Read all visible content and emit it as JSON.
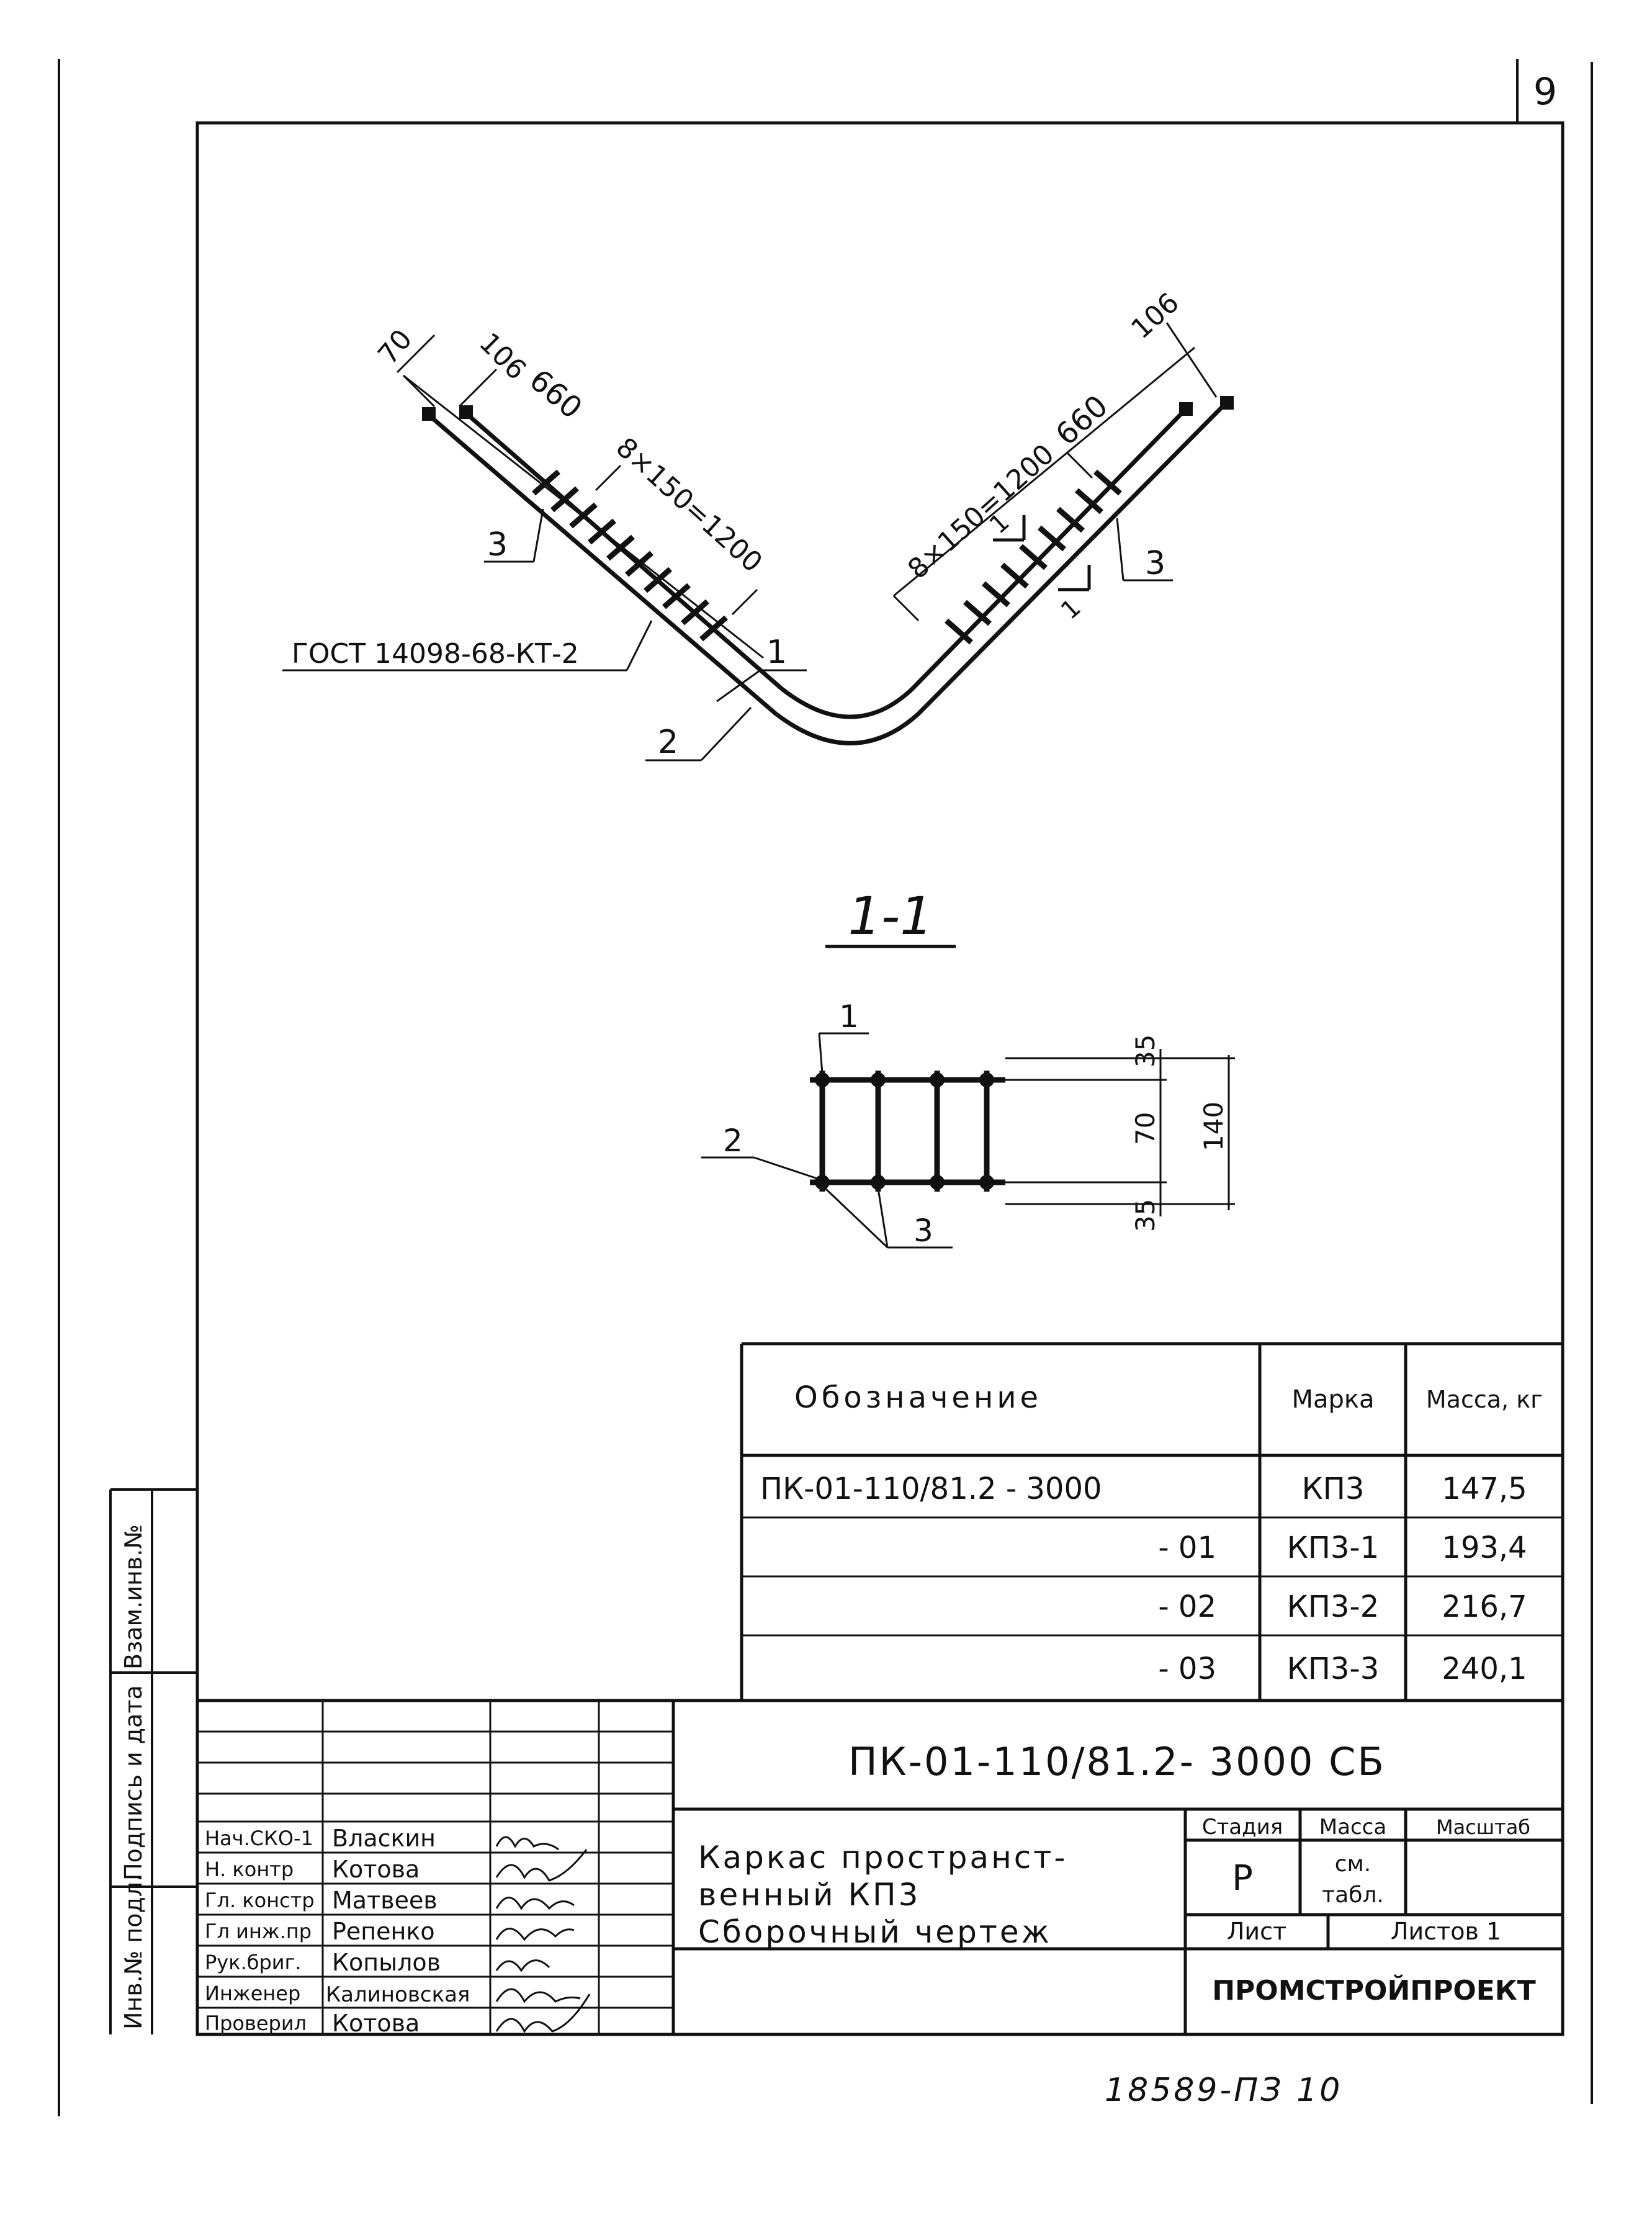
{
  "sheet_number": "9",
  "left_strip": {
    "vzam_inv": "Взам.инв.№",
    "podpis_data": "Подпись и дата",
    "inv_podl": "Инв.№ подл."
  },
  "drawing": {
    "dims": {
      "left_70": "70",
      "left_106": "106",
      "left_660": "660",
      "left_rows": "8×150=1200",
      "right_106": "106",
      "right_660": "660",
      "right_rows": "8×150=1200"
    },
    "gost_label": "ГОСТ 14098-68-КТ-2",
    "callouts": {
      "c1": "1",
      "c2": "2",
      "c3_left": "3",
      "c3_right": "3"
    },
    "section_marks": [
      "1",
      "1"
    ]
  },
  "section": {
    "title": "1-1",
    "callout_1": "1",
    "callout_2": "2",
    "callout_3": "3",
    "dim_35_top": "35",
    "dim_70": "70",
    "dim_35_bottom": "35",
    "dim_140": "140"
  },
  "spec_table": {
    "headers": [
      "Обозначение",
      "Марка",
      "Масса, кг"
    ],
    "rows": [
      {
        "designation": "ПК-01-110/81.2 - 3000",
        "mark": "КП3",
        "mass": "147,5"
      },
      {
        "designation": "- 01",
        "mark": "КП3-1",
        "mass": "193,4"
      },
      {
        "designation": "- 02",
        "mark": "КП3-2",
        "mass": "216,7"
      },
      {
        "designation": "- 03",
        "mark": "КП3-3",
        "mass": "240,1"
      }
    ]
  },
  "title_block": {
    "doc_code": "ПК-01-110/81.2- 3000 СБ",
    "title_lines": [
      "Каркас пространст-",
      "венный КП3",
      "Сборочный чертеж"
    ],
    "stage_label": "Стадия",
    "mass_label": "Масса",
    "scale_label": "Масштаб",
    "stage_value": "Р",
    "mass_value_1": "см.",
    "mass_value_2": "табл.",
    "sheet_label": "Лист",
    "sheets_label": "Листов 1",
    "organization": "ПРОМСТРОЙПРОЕКТ",
    "staff": [
      {
        "role": "Нач.СКО-1",
        "name": "Власкин"
      },
      {
        "role": "Н. контр",
        "name": "Котова"
      },
      {
        "role": "Гл. констр",
        "name": "Матвеев"
      },
      {
        "role": "Гл инж.пр",
        "name": "Репенко"
      },
      {
        "role": "Рук.бриг.",
        "name": "Копылов"
      },
      {
        "role": "Инженер",
        "name": "Калиновская"
      },
      {
        "role": "Проверил",
        "name": "Котова"
      }
    ]
  },
  "archive_number": "18589-ПЗ 10"
}
